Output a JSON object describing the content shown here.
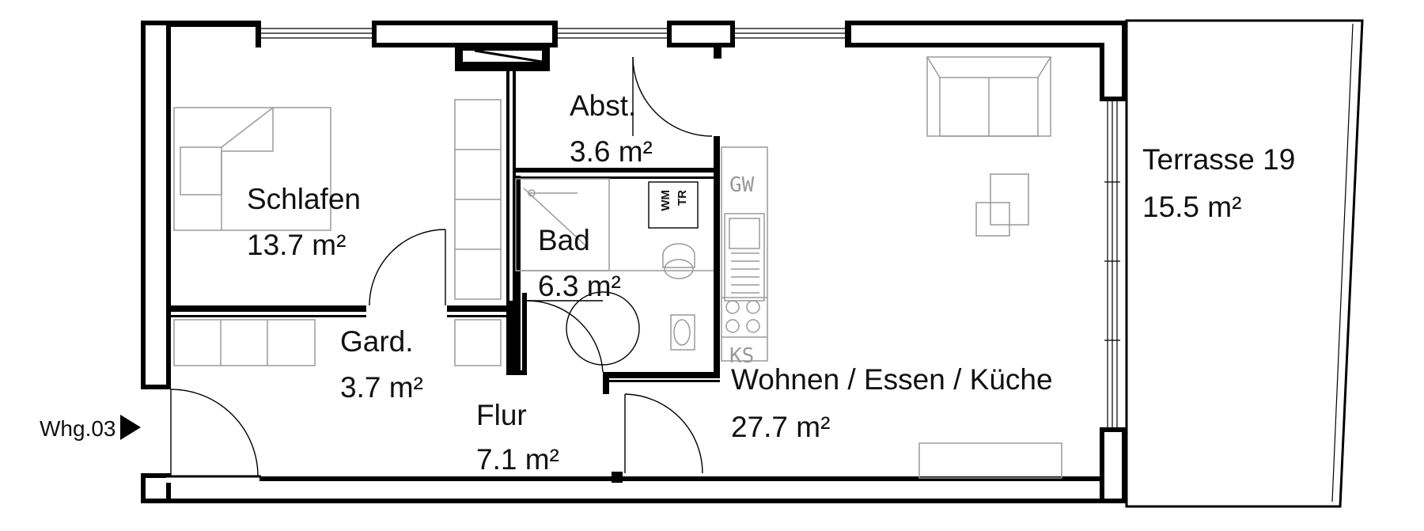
{
  "rooms": [
    {
      "name": "Abst.",
      "area": "3.6 m²"
    },
    {
      "name": "Schlafen",
      "area": "13.7 m²"
    },
    {
      "name": "Bad",
      "area": "6.3 m²"
    },
    {
      "name": "Gard.",
      "area": "3.7 m²"
    },
    {
      "name": "Flur",
      "area": "7.1 m²"
    },
    {
      "name": "Wohnen / Essen / Küche",
      "area": "27.7 m²"
    },
    {
      "name": "Terrasse 19",
      "area": "15.5 m²"
    }
  ],
  "unit": {
    "label": "Whg.03"
  },
  "fixtures": {
    "gw": "GW",
    "ks": "KS",
    "wm": "WM",
    "tr": "TR"
  }
}
